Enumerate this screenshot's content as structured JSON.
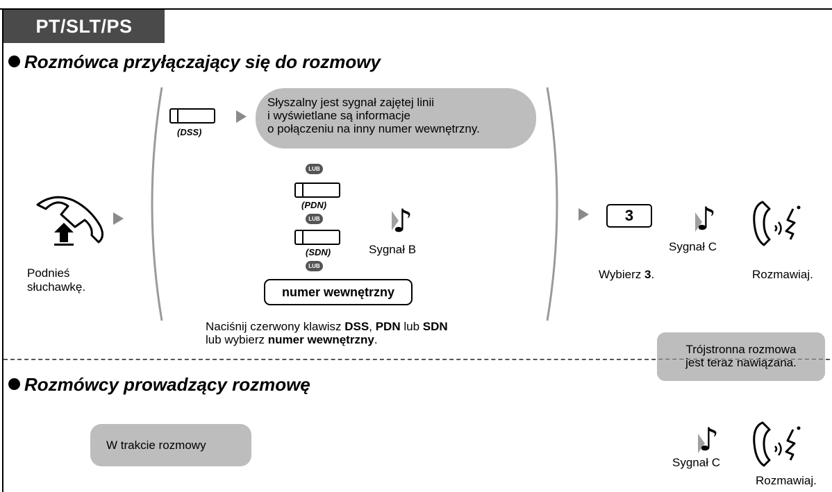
{
  "header": {
    "label": "PT/SLT/PS"
  },
  "sections": {
    "joining": {
      "title": "Rozmówca przyłączający się do rozmowy"
    },
    "talking": {
      "title": "Rozmówcy prowadzący rozmowę"
    }
  },
  "steps": {
    "offhook": {
      "line1": "Podnieś",
      "line2": "słuchawkę."
    },
    "busy_info": {
      "line1": "Słyszalny jest sygnał zajętej linii",
      "line2": "i wyświetlane są informacje",
      "line3": "o połączeniu na inny numer wewnętrzny."
    },
    "keys": {
      "dss": "(DSS)",
      "pdn": "(PDN)",
      "sdn": "(SDN)",
      "or": "LUB"
    },
    "extension_box": "numer wewnętrzny",
    "tone_b": "Sygnał B",
    "press_instruction": {
      "p1": "Naciśnij czerwony klawisz ",
      "dss": "DSS",
      "p2": ", ",
      "pdn": "PDN",
      "p3": " lub ",
      "sdn": "SDN",
      "p4": "lub wybierz ",
      "ext": "numer wewnętrzny",
      "p5": "."
    },
    "dial": {
      "digit": "3",
      "prefix": "Wybierz ",
      "bold": "3",
      "suffix": "."
    },
    "tone_c": "Sygnał C",
    "talk": "Rozmawiaj.",
    "three_party": {
      "line1": "Trójstronna rozmowa",
      "line2": "jest teraz nawiązana."
    },
    "during_call": "W trakcie rozmowy"
  },
  "icons": {
    "offhook": "handset-lift-icon",
    "tone": "musical-note-icon",
    "talk": "talking-handset-icon"
  },
  "colors": {
    "header_bg": "#4a4a4a",
    "bubble_bg": "#bdbdbd",
    "arrow": "#8a8a8a"
  }
}
